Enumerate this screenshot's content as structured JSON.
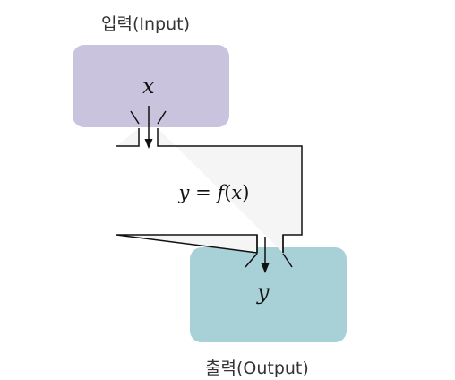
{
  "input": {
    "label": "입력(Input)",
    "variable": "x",
    "color": "#c9c3de"
  },
  "function": {
    "lhs": "y",
    "eq": "=",
    "fname": "f",
    "open": "(",
    "arg": "x",
    "close": ")",
    "fill": "#f5f5f5"
  },
  "output": {
    "label": "출력(Output)",
    "variable": "y",
    "color": "#a7d0d7"
  }
}
